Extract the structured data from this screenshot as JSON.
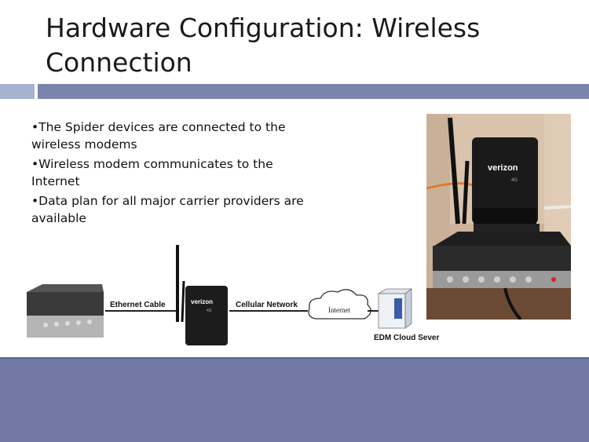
{
  "slide": {
    "title": "Hardware Configuration: Wireless Connection",
    "bullets": [
      "•The Spider devices are connected to the wireless modems",
      "•Wireless modem communicates to the Internet",
      "•Data plan for all major carrier providers are available"
    ]
  },
  "diagram": {
    "link1_label": "Ethernet Cable",
    "link2_label": "Cellular Network",
    "cloud_label": "Internet",
    "server_label": "EDM Cloud Sever",
    "modem_brand": "verizon",
    "modem_badge": "4G"
  },
  "photo": {
    "modem_brand": "verizon",
    "modem_badge": "4G"
  },
  "colors": {
    "band_light": "#a6b2d0",
    "band_dark": "#7b84ac",
    "footer": "#7178a3",
    "verizon_red": "#cc0000"
  }
}
